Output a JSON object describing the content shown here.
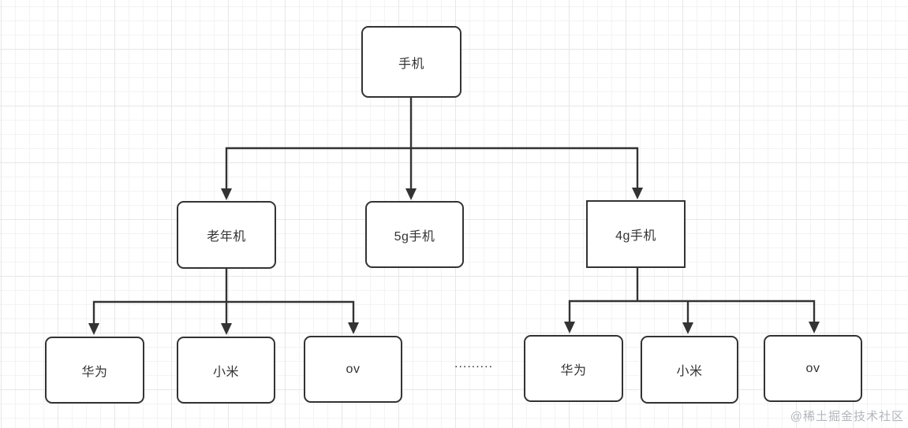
{
  "diagram": {
    "nodes": {
      "root": {
        "label": "手机"
      },
      "elder": {
        "label": "老年机"
      },
      "g5": {
        "label": "5g手机"
      },
      "g4": {
        "label": "4g手机"
      },
      "left": [
        {
          "label": "华为"
        },
        {
          "label": "小米"
        },
        {
          "label": "ov"
        }
      ],
      "right": [
        {
          "label": "华为"
        },
        {
          "label": "小米"
        },
        {
          "label": "ov"
        }
      ]
    },
    "ellipsis": "........."
  },
  "watermark": {
    "text": "@稀土掘金技术社区"
  },
  "colors": {
    "node_border": "#333333",
    "node_fill": "#ffffff",
    "connector": "#333333",
    "text": "#333333",
    "watermark": "#b3b6bb",
    "grid_minor": "#f3f3f3",
    "grid_major": "#e7e7e7",
    "background": "#ffffff"
  }
}
